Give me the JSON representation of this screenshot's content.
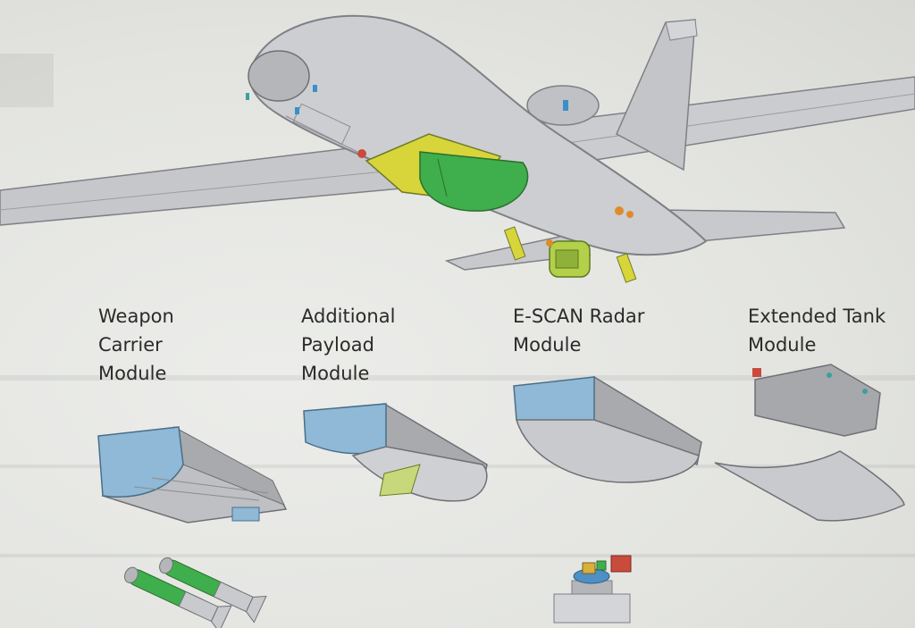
{
  "modules": [
    {
      "id": "weapon",
      "lines": [
        "Weapon",
        "Carrier",
        "Module"
      ]
    },
    {
      "id": "payload",
      "lines": [
        "Additional",
        "Payload",
        "Module"
      ]
    },
    {
      "id": "radar",
      "lines": [
        "E-SCAN Radar",
        "Module"
      ]
    },
    {
      "id": "tank",
      "lines": [
        "Extended Tank",
        "Module"
      ]
    }
  ],
  "colors": {
    "airframe": "#c9cacd",
    "module_front": "#8fb9d6",
    "payload_green": "#3fae4c",
    "bay_yellow": "#d8d53a",
    "sensor_red": "#c94b3c"
  }
}
